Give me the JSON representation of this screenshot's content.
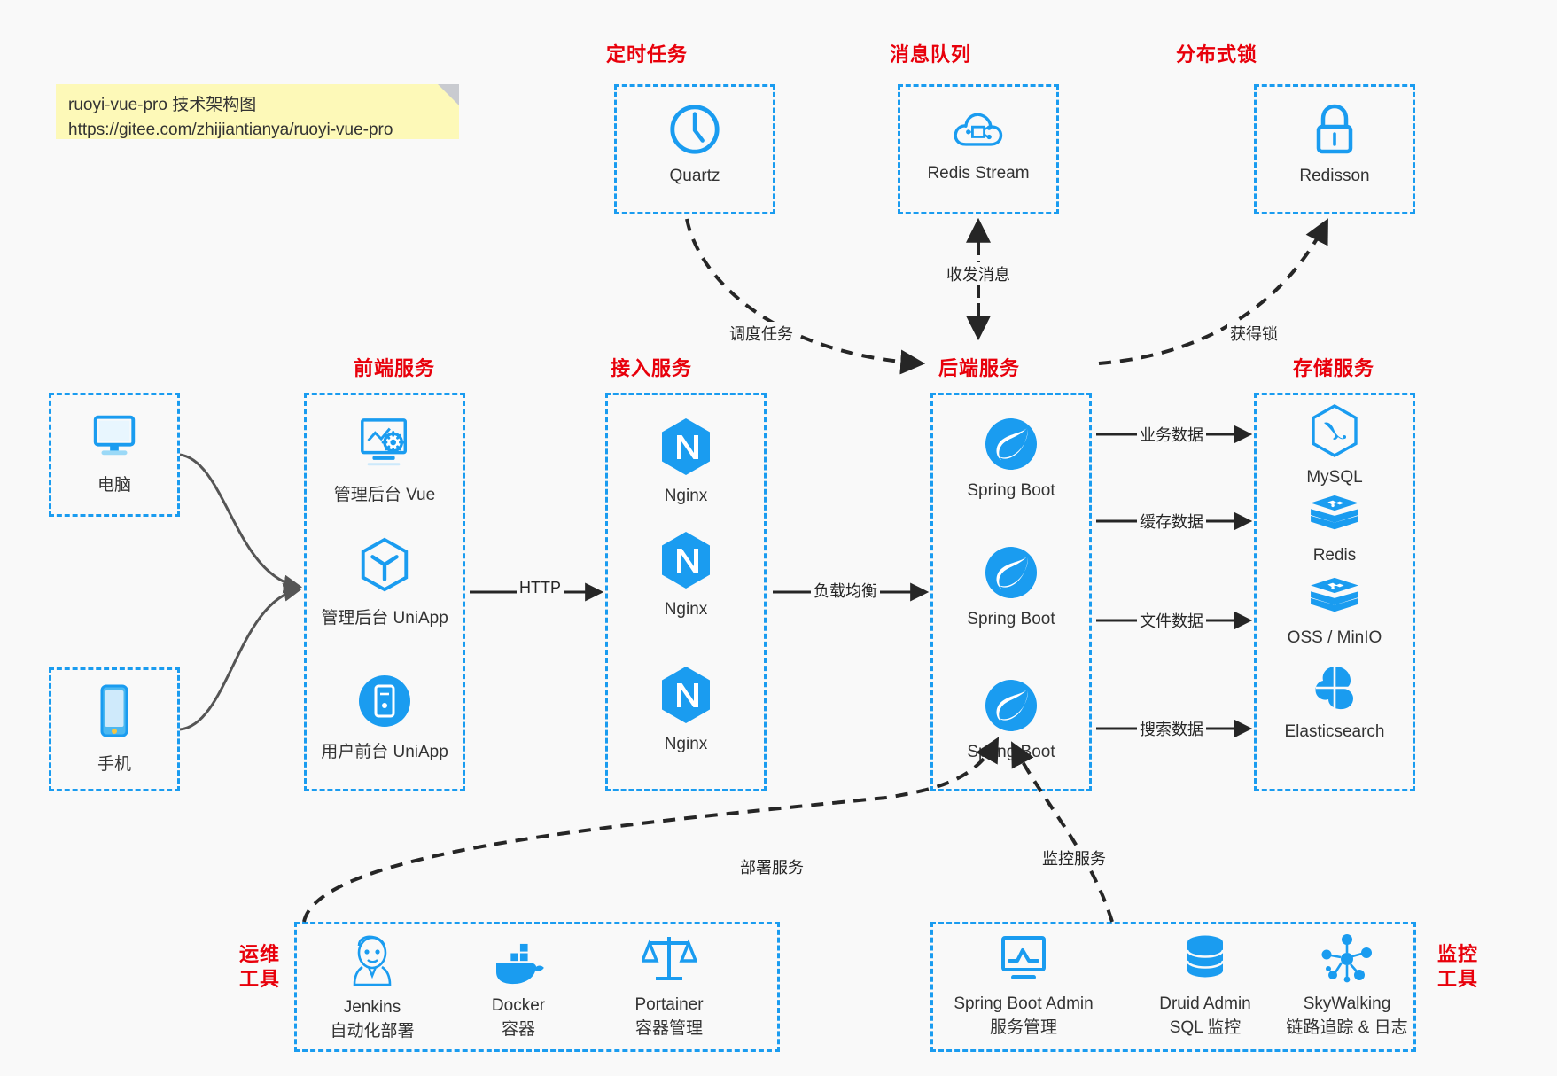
{
  "meta": {
    "background": "#f9f9f9",
    "accent_blue": "#1a9cf0",
    "caption_red": "#e8000b",
    "note_yellow": "#fdf9b8"
  },
  "note": {
    "line1": "ruoyi-vue-pro 技术架构图",
    "line2": "https://gitee.com/zhijiantianya/ruoyi-vue-pro"
  },
  "captions": {
    "scheduled_tasks": "定时任务",
    "message_queue": "消息队列",
    "distributed_lock": "分布式锁",
    "frontend_service": "前端服务",
    "access_service": "接入服务",
    "backend_service": "后端服务",
    "storage_service": "存储服务",
    "devops_tools_l1": "运维",
    "devops_tools_l2": "工具",
    "monitor_tools_l1": "监控",
    "monitor_tools_l2": "工具"
  },
  "groups": {
    "scheduled_tasks": {
      "nodes": [
        {
          "icon": "clock-icon",
          "label": "Quartz"
        }
      ]
    },
    "message_queue": {
      "nodes": [
        {
          "icon": "cloud-stream-icon",
          "label": "Redis Stream"
        }
      ]
    },
    "distributed_lock": {
      "nodes": [
        {
          "icon": "lock-icon",
          "label": "Redisson"
        }
      ]
    },
    "clients": [
      {
        "icon": "desktop-icon",
        "label": "电脑"
      },
      {
        "icon": "mobile-icon",
        "label": "手机"
      }
    ],
    "frontend_service": {
      "nodes": [
        {
          "icon": "dashboard-vue-icon",
          "label": "管理后台 Vue"
        },
        {
          "icon": "uniapp-cube-icon",
          "label": "管理后台 UniApp"
        },
        {
          "icon": "app-circle-icon",
          "label": "用户前台 UniApp"
        }
      ]
    },
    "access_service": {
      "nodes": [
        {
          "icon": "nginx-icon",
          "label": "Nginx"
        },
        {
          "icon": "nginx-icon",
          "label": "Nginx"
        },
        {
          "icon": "nginx-icon",
          "label": "Nginx"
        }
      ]
    },
    "backend_service": {
      "nodes": [
        {
          "icon": "spring-boot-icon",
          "label": "Spring Boot"
        },
        {
          "icon": "spring-boot-icon",
          "label": "Spring Boot"
        },
        {
          "icon": "spring-boot-icon",
          "label": "Spring Boot"
        }
      ]
    },
    "storage_service": {
      "nodes": [
        {
          "icon": "mysql-icon",
          "label": "MySQL"
        },
        {
          "icon": "redis-icon",
          "label": "Redis"
        },
        {
          "icon": "oss-minio-icon",
          "label": "OSS / MinIO"
        },
        {
          "icon": "elasticsearch-icon",
          "label": "Elasticsearch"
        }
      ]
    },
    "devops_tools": {
      "nodes": [
        {
          "icon": "jenkins-icon",
          "label": "Jenkins",
          "sublabel": "自动化部署"
        },
        {
          "icon": "docker-icon",
          "label": "Docker",
          "sublabel": "容器"
        },
        {
          "icon": "portainer-icon",
          "label": "Portainer",
          "sublabel": "容器管理"
        }
      ]
    },
    "monitor_tools": {
      "nodes": [
        {
          "icon": "monitor-chart-icon",
          "label": "Spring Boot Admin",
          "sublabel": "服务管理"
        },
        {
          "icon": "database-icon",
          "label": "Druid Admin",
          "sublabel": "SQL 监控"
        },
        {
          "icon": "skywalking-icon",
          "label": "SkyWalking",
          "sublabel": "链路追踪 & 日志"
        }
      ]
    }
  },
  "edges": {
    "http": "HTTP",
    "load_balance": "负载均衡",
    "schedule_task": "调度任务",
    "send_receive_message": "收发消息",
    "acquire_lock": "获得锁",
    "business_data": "业务数据",
    "cache_data": "缓存数据",
    "file_data": "文件数据",
    "search_data": "搜索数据",
    "deploy_service": "部署服务",
    "monitor_service": "监控服务"
  }
}
